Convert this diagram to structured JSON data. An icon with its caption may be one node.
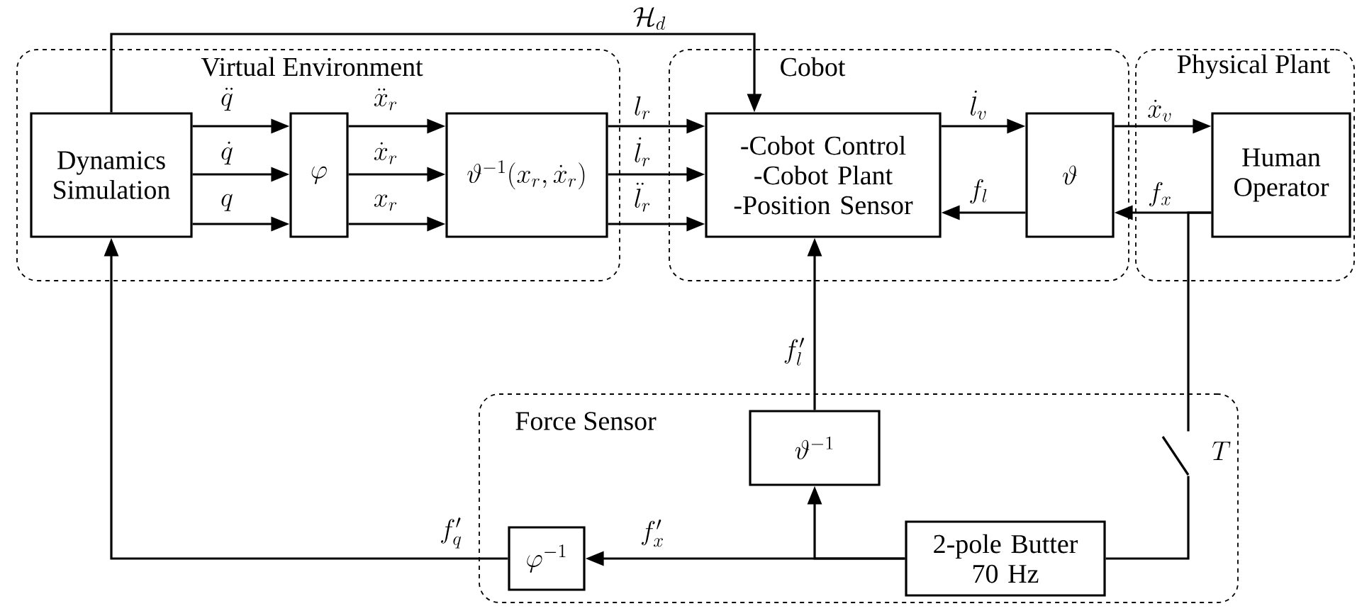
{
  "diagram": {
    "nodes": [
      {
        "text": [
          "Virtual Environment"
        ]
      },
      {
        "text": [
          "Cobot"
        ]
      },
      {
        "text": [
          "Physical Plant"
        ]
      },
      {
        "text": [
          "Force Sensor"
        ]
      },
      {
        "text": [
          "Dynamics Simulation"
        ],
        "in": 0
      },
      {
        "text": [
          "\\varphi"
        ],
        "in": 0
      },
      {
        "text": [
          "\\vartheta^{-1}(x_r,\\dot{x}_r)"
        ],
        "in": 0
      },
      {
        "text": [
          "-Cobot Control",
          "-Cobot Plant",
          "-Position Sensor"
        ],
        "in": 1
      },
      {
        "text": [
          "\\vartheta"
        ],
        "in": 1
      },
      {
        "text": [
          "Human Operator"
        ],
        "in": 2
      },
      {
        "text": [
          "\\vartheta^{-1}"
        ],
        "in": 3
      },
      {
        "text": [
          "\\varphi^{-1}"
        ],
        "in": 3
      },
      {
        "text": [
          "2-pole Butter 70 Hz"
        ],
        "in": 3
      },
      {
        "text": [],
        "shape": "switch",
        "beside": [
          "T"
        ],
        "in": 3
      }
    ],
    "edges": [
      {
        "from": 4,
        "to": 5,
        "arrow": "to",
        "label": "\\ddot{q}"
      },
      {
        "from": 4,
        "to": 5,
        "arrow": "to",
        "label": "\\dot{q}"
      },
      {
        "from": 4,
        "to": 5,
        "arrow": "to",
        "label": "q"
      },
      {
        "from": 5,
        "to": 6,
        "arrow": "to",
        "label": "\\ddot{x}_r"
      },
      {
        "from": 5,
        "to": 6,
        "arrow": "to",
        "label": "\\dot{x}_r"
      },
      {
        "from": 5,
        "to": 6,
        "arrow": "to",
        "label": "x_r"
      },
      {
        "from": 6,
        "to": 7,
        "arrow": "to",
        "label": "l_r"
      },
      {
        "from": 6,
        "to": 7,
        "arrow": "to",
        "label": "\\dot{l}_r"
      },
      {
        "from": 6,
        "to": 7,
        "arrow": "to",
        "label": "\\ddot{l}_r"
      },
      {
        "from": 4,
        "to": 7,
        "arrow": "to",
        "label": "\\mathcal{H}_d"
      },
      {
        "from": 7,
        "to": 8,
        "arrow": "to",
        "label": "\\dot{l}_v"
      },
      {
        "from": 8,
        "to": 7,
        "arrow": "to",
        "label": "f_l"
      },
      {
        "from": 8,
        "to": 9,
        "arrow": "to",
        "label": "\\dot{x}_v"
      },
      {
        "from": 9,
        "to": 8,
        "arrow": "to",
        "label": "f_x"
      },
      {
        "from": 10,
        "to": 7,
        "arrow": "to",
        "label": "f_l'"
      },
      {
        "from": 12,
        "to": 11,
        "arrow": "to",
        "label": "f_x'"
      },
      {
        "from": 12,
        "to": 10,
        "arrow": "to"
      },
      {
        "from": 11,
        "to": 4,
        "arrow": "to",
        "label": "f_q'"
      },
      {
        "from": 9,
        "to": 13,
        "arrow": "none"
      },
      {
        "from": 13,
        "to": 12,
        "arrow": "none"
      }
    ]
  }
}
